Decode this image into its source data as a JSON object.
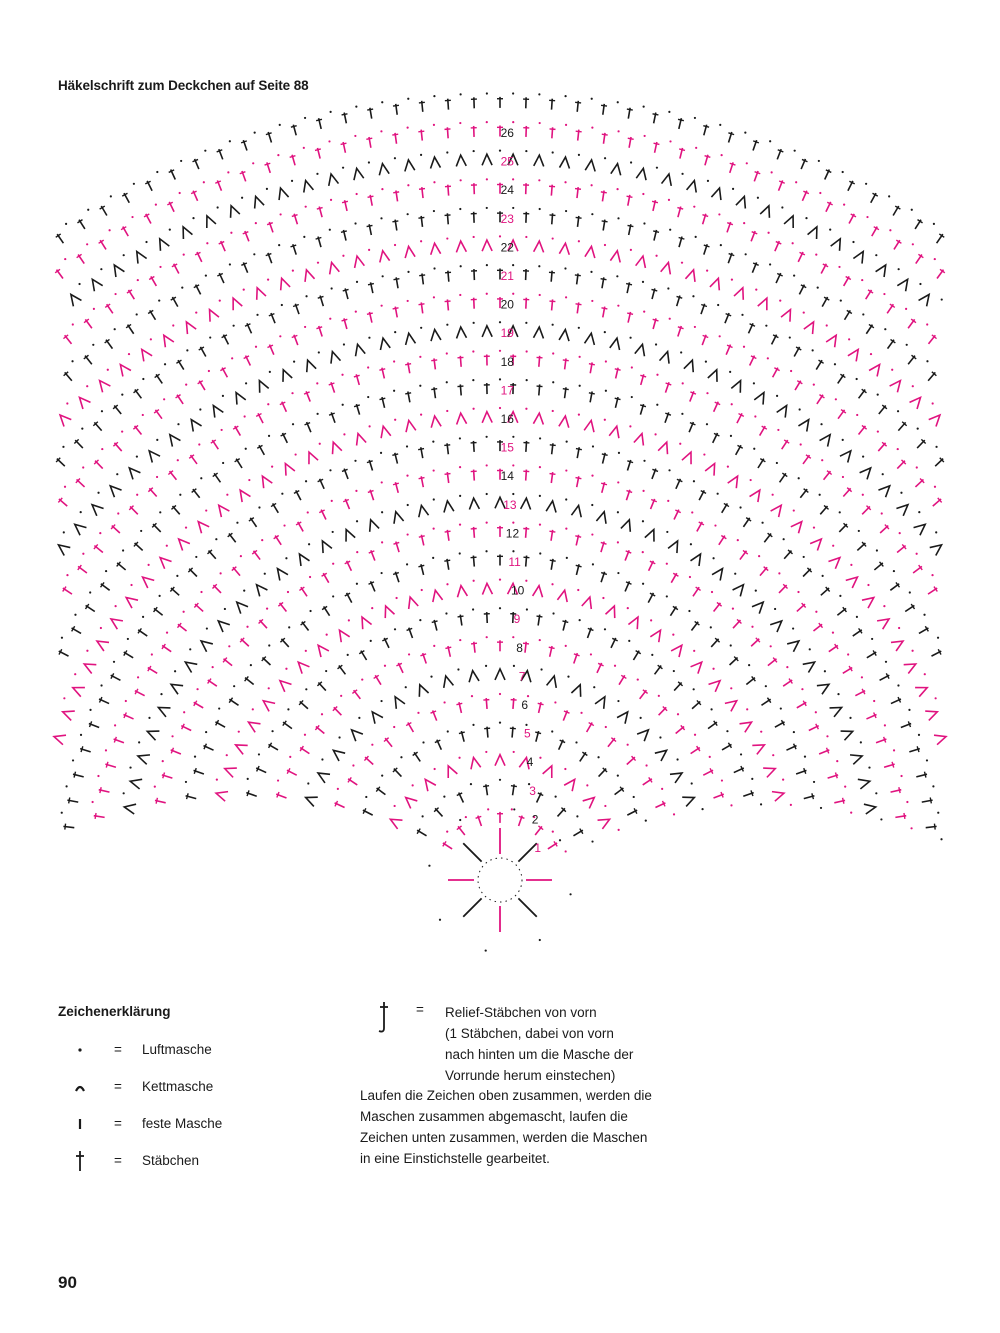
{
  "title": "Häkelschrift zum Deckchen auf Seite 88",
  "colors": {
    "accent": "#e0137f",
    "ink": "#1a1a1a"
  },
  "chart_data": {
    "type": "crochet-chart",
    "rounds": [
      "1",
      "2",
      "3",
      "4",
      "5",
      "6",
      "7",
      "8",
      "9",
      "10",
      "11",
      "12",
      "13",
      "14",
      "15",
      "16",
      "17",
      "18",
      "19",
      "20",
      "21",
      "22",
      "23",
      "24",
      "25",
      "26"
    ]
  },
  "legend": {
    "title": "Zeichenerklärung",
    "items": [
      {
        "symbol": "chain-stitch-icon",
        "eq": "=",
        "label": "Luftmasche"
      },
      {
        "symbol": "slip-stitch-icon",
        "eq": "=",
        "label": "Kettmasche"
      },
      {
        "symbol": "single-crochet-icon",
        "eq": "=",
        "label": "feste Masche"
      },
      {
        "symbol": "double-crochet-icon",
        "eq": "=",
        "label": "Stäbchen"
      }
    ],
    "relief": {
      "symbol": "front-post-double-crochet-icon",
      "eq": "=",
      "label": "Relief-Stäbchen von vorn\n(1 Stäbchen, dabei von vorn\nnach hinten um die Masche der\nVorrunde herum einstechen)"
    },
    "note": "Laufen die Zeichen oben zusammen, werden die Maschen zusammen abgemascht, laufen die Zeichen unten zusammen, werden die Maschen in eine Einstichstelle gearbeitet."
  },
  "page_number": "90"
}
